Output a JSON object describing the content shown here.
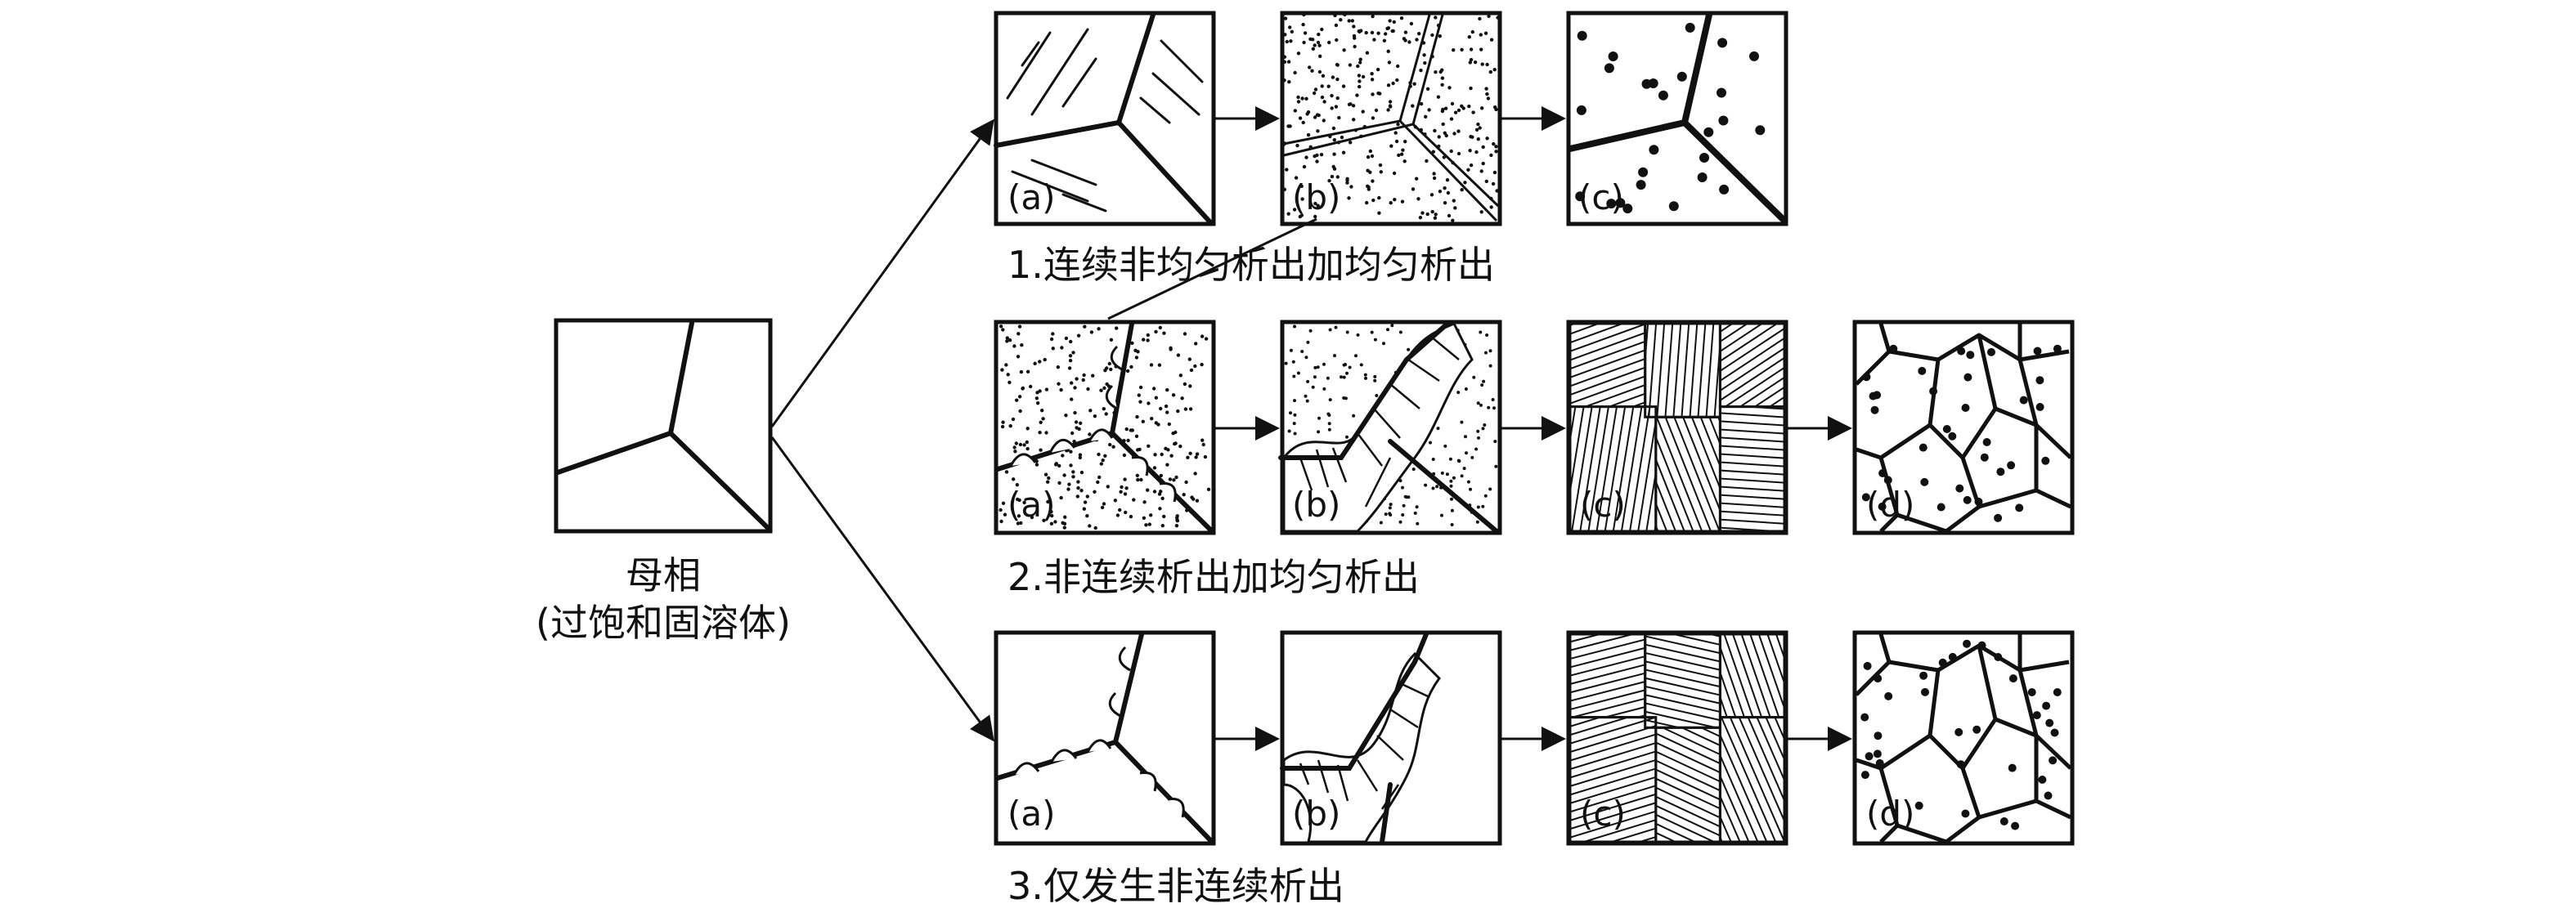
{
  "parent": {
    "label": "母相",
    "sublabel": "(过饱和固溶体)"
  },
  "rows": [
    {
      "caption": "1.连续非均匀析出加均匀析出",
      "panels": [
        {
          "label": "(a)",
          "pattern": "parent grains with short internal streaks"
        },
        {
          "label": "(b)",
          "pattern": "dotted grains with double-line boundaries"
        },
        {
          "label": "(c)",
          "pattern": "large dots with thickened grain boundaries"
        }
      ]
    },
    {
      "caption": "2.非连续析出加均匀析出",
      "panels": [
        {
          "label": "(a)",
          "pattern": "dotted matrix with boundary nodules"
        },
        {
          "label": "(b)",
          "pattern": "striped colonies growing from boundary"
        },
        {
          "label": "(c)",
          "pattern": "fully lamellar colonies"
        },
        {
          "label": "(d)",
          "pattern": "equiaxed grains with dots"
        }
      ]
    },
    {
      "caption": "3.仅发生非连续析出",
      "panels": [
        {
          "label": "(a)",
          "pattern": "clean matrix with boundary nodules"
        },
        {
          "label": "(b)",
          "pattern": "striped colonies growing from boundary"
        },
        {
          "label": "(c)",
          "pattern": "fully lamellar colonies"
        },
        {
          "label": "(d)",
          "pattern": "equiaxed grains with dots"
        }
      ]
    }
  ]
}
